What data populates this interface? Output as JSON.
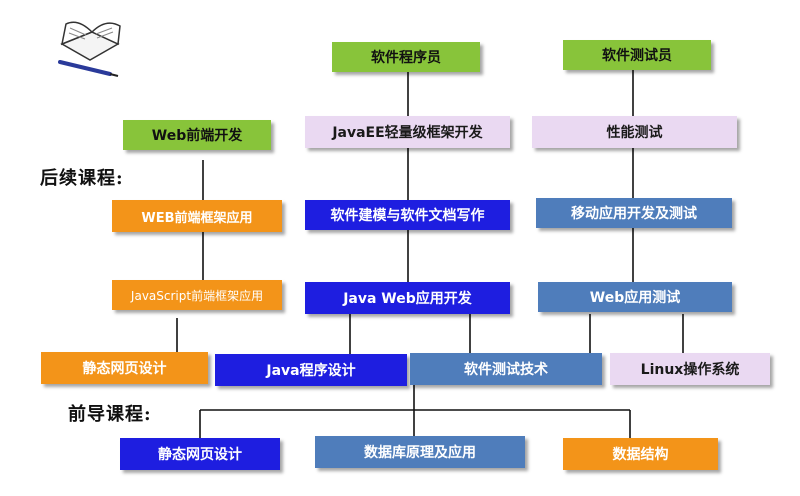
{
  "section_labels": {
    "followup": "后续课程:",
    "prerequisite": "前导课程:"
  },
  "icons": {
    "corner": "open-book-with-pen-icon"
  },
  "colors": {
    "green": "#88c43a",
    "lilac": "#ead9f2",
    "orange": "#f39419",
    "blue": "#1e1ee0",
    "steel": "#4f7dbb",
    "line": "#111111"
  },
  "careers": {
    "programmer": "软件程序员",
    "tester": "软件测试员"
  },
  "top_courses": {
    "web_frontend": "Web前端开发",
    "javaee": "JavaEE轻量级框架开发",
    "perf_test": "性能测试"
  },
  "row2": {
    "web_framework": "WEB前端框架应用",
    "modeling_docs": "软件建模与软件文档写作",
    "mobile_dev_test": "移动应用开发及测试"
  },
  "row3": {
    "js_framework": "JavaScript前端框架应用",
    "java_web": "Java Web应用开发",
    "web_test": "Web应用测试"
  },
  "row4": {
    "static_web_design": "静态网页设计",
    "java_programming": "Java程序设计",
    "testing_tech": "软件测试技术",
    "linux_os": "Linux操作系统"
  },
  "prereq": {
    "static_web_design": "静态网页设计",
    "database": "数据库原理及应用",
    "data_structures": "数据结构"
  }
}
